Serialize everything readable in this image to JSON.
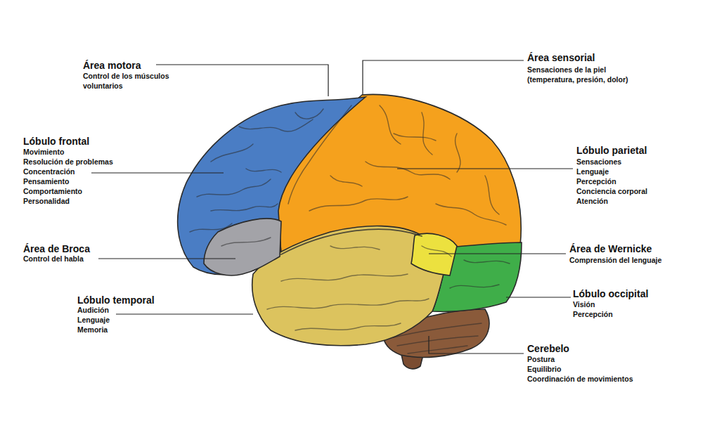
{
  "diagram": {
    "labels": [
      "Área motora",
      "Control de los músculos voluntarios",
      "Área sensorial",
      "Sensaciones de la piel (temperatura, presión, dolor)",
      "Lóbulo frontal",
      "Movimiento",
      "Resolución de problemas",
      "Concentración",
      "Pensamiento",
      "Comportamiento",
      "Personalidad",
      "Lóbulo parietal",
      "Sensaciones",
      "Lenguaje",
      "Percepción",
      "Conciencia corporal",
      "Atención",
      "Área de Broca",
      "Control del habla",
      "Área de Wernicke",
      "Comprensión del lenguaje",
      "Lóbulo temporal",
      "Audición",
      "Lenguaje",
      "Memoria",
      "Lóbulo occipital",
      "Visión",
      "Percepción",
      "Cerebelo",
      "Postura",
      "Equilibrio",
      "Coordinación de movimientos"
    ]
  }
}
